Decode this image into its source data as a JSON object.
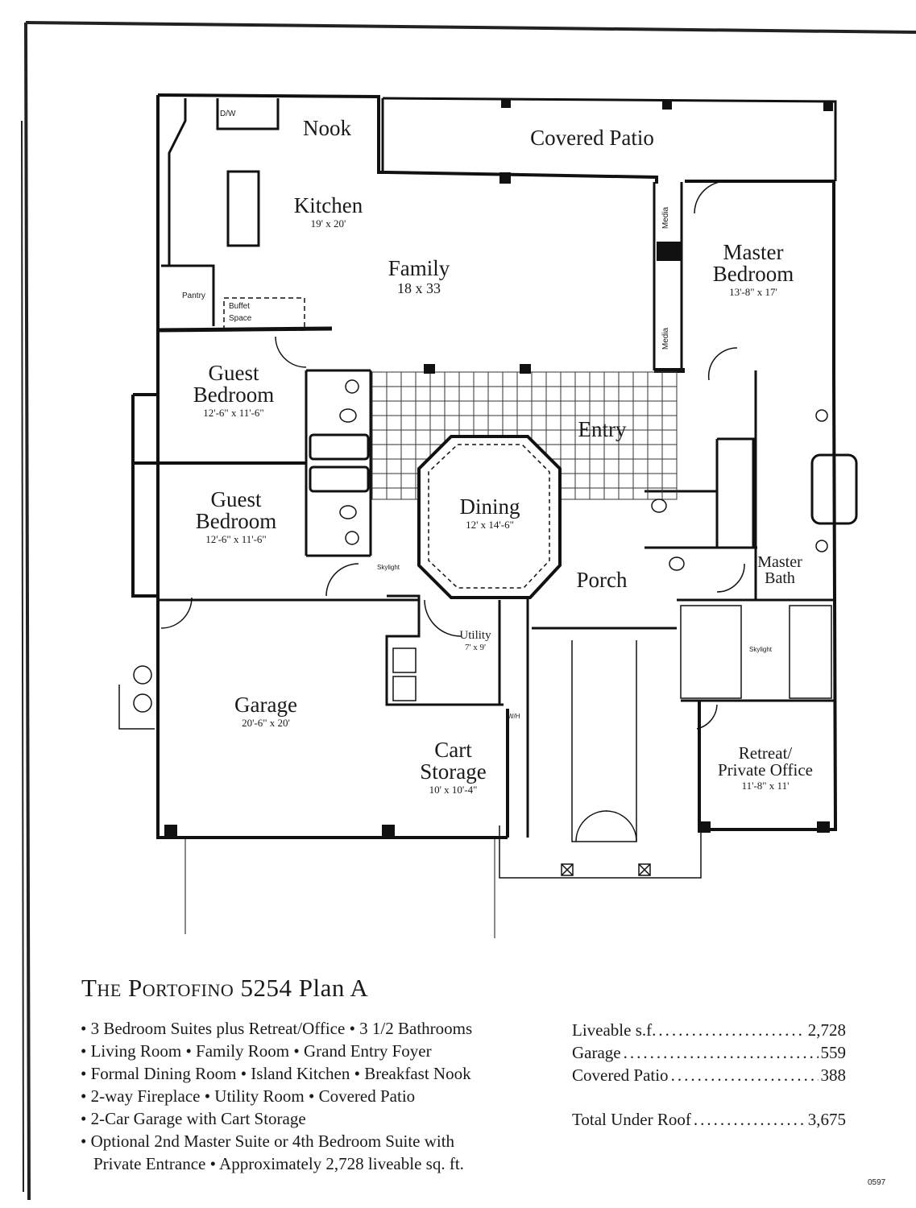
{
  "rooms": {
    "nook": {
      "name": "Nook"
    },
    "covered_patio": {
      "name": "Covered Patio"
    },
    "kitchen": {
      "name": "Kitchen",
      "dim": "19' x 20'"
    },
    "family": {
      "name": "Family",
      "dim": "18 x 33"
    },
    "master_bedroom": {
      "name1": "Master",
      "name2": "Bedroom",
      "dim": "13'-8\" x 17'"
    },
    "guest_bedroom_1": {
      "name1": "Guest",
      "name2": "Bedroom",
      "dim": "12'-6\" x 11'-6\""
    },
    "guest_bedroom_2": {
      "name1": "Guest",
      "name2": "Bedroom",
      "dim": "12'-6\" x 11'-6\""
    },
    "entry": {
      "name": "Entry"
    },
    "dining": {
      "name": "Dining",
      "dim": "12' x 14'-6\""
    },
    "porch": {
      "name": "Porch"
    },
    "master_bath": {
      "name1": "Master",
      "name2": "Bath"
    },
    "utility": {
      "name": "Utility",
      "dim": "7' x 9'"
    },
    "garage": {
      "name": "Garage",
      "dim": "20'-6\" x 20'"
    },
    "cart_storage": {
      "name1": "Cart",
      "name2": "Storage",
      "dim": "10' x 10'-4\""
    },
    "retreat": {
      "name1": "Retreat/",
      "name2": "Private Office",
      "dim": "11'-8\" x 11'"
    }
  },
  "small_labels": {
    "dw": "D/W",
    "pantry": "Pantry",
    "buffet": "Buffet",
    "space": "Space",
    "media_top": "Media",
    "media_bottom": "Media",
    "skylight_left": "Skylight",
    "skylight_right": "Skylight",
    "wh": "W/H"
  },
  "title": {
    "prefix": "The Portofino",
    "number": "5254 Plan A"
  },
  "features": [
    "• 3 Bedroom Suites plus Retreat/Office • 3 1/2 Bathrooms",
    "• Living Room • Family Room • Grand Entry Foyer",
    "• Formal Dining Room  • Island Kitchen • Breakfast Nook",
    "• 2-way Fireplace • Utility Room • Covered Patio",
    "• 2-Car Garage with Cart Storage",
    "• Optional 2nd Master Suite or 4th Bedroom Suite with",
    "  Private Entrance • Approximately 2,728 liveable sq. ft."
  ],
  "stats": {
    "liveable": {
      "label": "Liveable s.f.",
      "value": "2,728"
    },
    "garage": {
      "label": "Garage",
      "value": "559"
    },
    "covered_patio": {
      "label": "Covered Patio",
      "value": "388"
    },
    "total": {
      "label": "Total Under Roof",
      "value": "3,675"
    }
  },
  "page_code": "0597"
}
